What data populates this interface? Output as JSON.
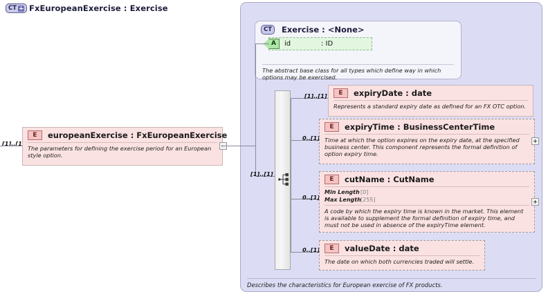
{
  "diagram": {
    "kind": "xsd-schema-diagram",
    "root_element": {
      "badge": "E",
      "title": "europeanExercise : FxEuropeanExercise",
      "description": "The parameters for defining the exercise period for an European style option.",
      "cardinality": "[1]..[1]",
      "collapse_icon": "minus-icon"
    },
    "complex_type": {
      "badge": "CT",
      "badge_expand_icon": "plus-icon",
      "title": "FxEuropeanExercise : Exercise",
      "footer_note": "Describes the characteristics for European exercise of FX products."
    },
    "base_type": {
      "badge": "CT",
      "title": "Exercise : <None>",
      "description": "The abstract base class for all types which define way in which options may be exercised.",
      "attribute": {
        "badge": "A",
        "name": "id",
        "type": ": ID"
      }
    },
    "compositor": {
      "icon": "sequence-icon",
      "cardinality": "[1]..[1]"
    },
    "children": [
      {
        "badge": "E",
        "title": "expiryDate : date",
        "description": "Represents a standard expiry date as defined for an FX OTC option.",
        "cardinality": "[1]..[1]",
        "style": "solid",
        "expander": null,
        "facets": []
      },
      {
        "badge": "E",
        "title": "expiryTime : BusinessCenterTime",
        "description": "Time at which the option expires on the expiry date, at the specified business center. This component represents the formal definition of option expiry time.",
        "cardinality": "0..[1]",
        "style": "dashed",
        "expander": "plus-icon",
        "facets": []
      },
      {
        "badge": "E",
        "title": "cutName : CutName",
        "description": "A code by which the expiry time is known in the market. This element is available to supplement the formal definition of expiry time, and must not be used in absence of the expiryTime element.",
        "cardinality": "0..[1]",
        "style": "dashed",
        "expander": "plus-icon",
        "facets": [
          {
            "label": "Min Length",
            "value": "[0]"
          },
          {
            "label": "Max Length",
            "value": "[255]"
          }
        ]
      },
      {
        "badge": "E",
        "title": "valueDate : date",
        "description": "The date on which both currencies traded will settle.",
        "cardinality": "0..[1]",
        "style": "dashed",
        "expander": null,
        "facets": []
      }
    ]
  },
  "colors": {
    "container_bg": "#dcdcf5",
    "element_bg": "#fbe2e2",
    "attribute_bg": "#e2f6e0",
    "badge_ct": "#c9c9ec",
    "line": "#8a8a9a"
  }
}
